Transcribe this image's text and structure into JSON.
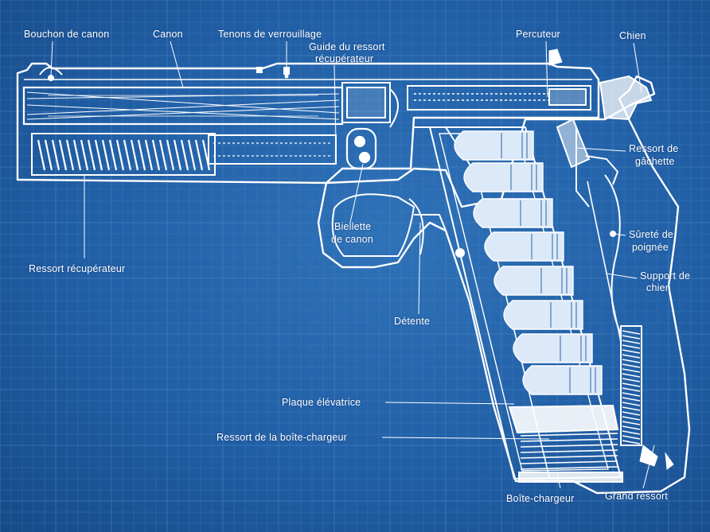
{
  "colors": {
    "background": "#215fa6",
    "grid_line": "#4c86c4",
    "line_art": "#ffffff",
    "fill_light": "#d7e6f6"
  },
  "labels": {
    "bouchon_de_canon": "Bouchon de canon",
    "canon": "Canon",
    "tenons_de_verrouillage": "Tenons de verrouillage",
    "guide_ressort_1": "Guide du ressort",
    "guide_ressort_2": "récupérateur",
    "percuteur": "Percuteur",
    "chien": "Chien",
    "ressort_gachette_1": "Ressort de",
    "ressort_gachette_2": "gâchette",
    "surete_1": "Sûreté de",
    "surete_2": "poignée",
    "support_chien_1": "Support de",
    "support_chien_2": "chien",
    "biellette_1": "Biellette",
    "biellette_2": "de canon",
    "ressort_recuperateur": "Ressort récupérateur",
    "detente": "Détente",
    "plaque_elevatrice": "Plaque élévatrice",
    "ressort_boite_chargeur": "Ressort de la boîte-chargeur",
    "boite_chargeur": "Boîte-chargeur",
    "grand_ressort": "Grand ressort"
  }
}
